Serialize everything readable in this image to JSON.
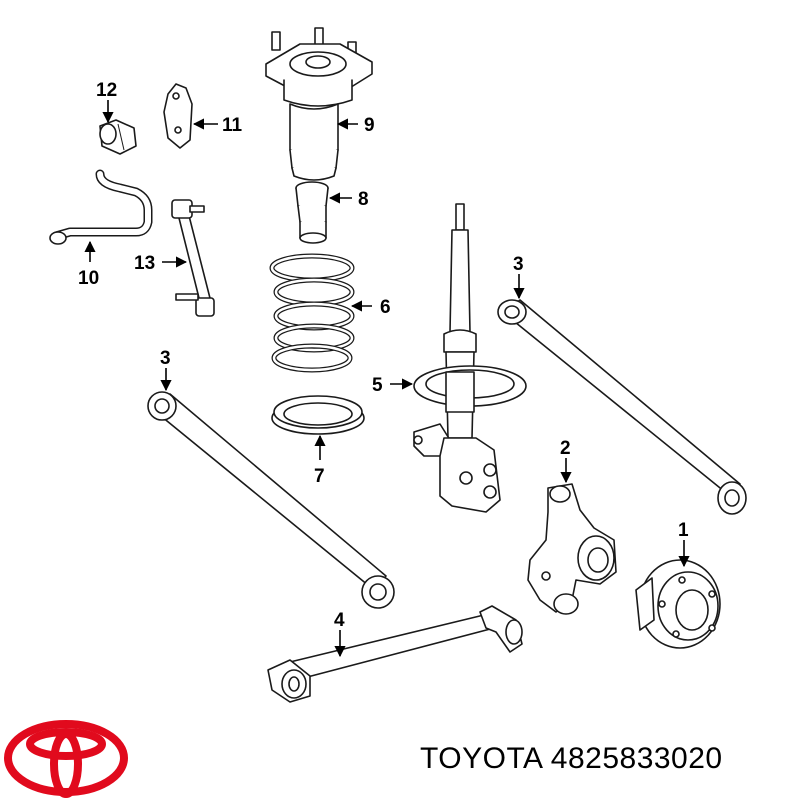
{
  "brand": {
    "logo_color": "#e10a1d",
    "name": "TOYOTA",
    "part_number": "4825833020"
  },
  "callouts": {
    "c1": "1",
    "c2": "2",
    "c3a": "3",
    "c3b": "3",
    "c4": "4",
    "c5": "5",
    "c6": "6",
    "c7": "7",
    "c8": "8",
    "c9": "9",
    "c10": "10",
    "c11": "11",
    "c12": "12",
    "c13": "13"
  }
}
